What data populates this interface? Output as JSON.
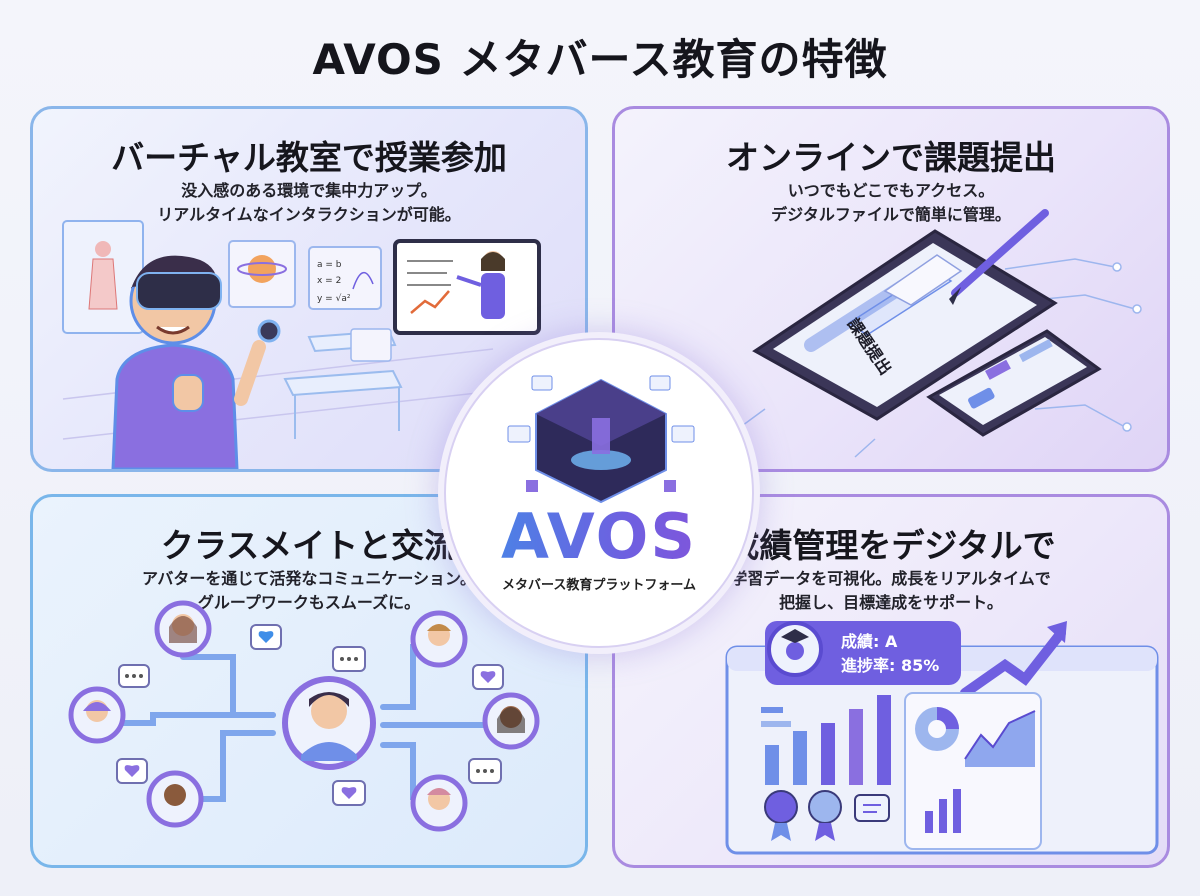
{
  "title": "AVOS メタバース教育の特徴",
  "center": {
    "logo": "AVOS",
    "subtitle": "メタバース教育プラットフォーム"
  },
  "panels": [
    {
      "title": "バーチャル教室で授業参加",
      "desc": [
        "没入感のある環境で集中力アップ。",
        "リアルタイムなインタラクションが可能。"
      ]
    },
    {
      "title": "オンラインで課題提出",
      "desc": [
        "いつでもどこでもアクセス。",
        "デジタルファイルで簡単に管理。"
      ],
      "tablet_label": "課題提出"
    },
    {
      "title": "クラスメイトと交流",
      "desc": [
        "アバターを通じて活発なコミュニケーション。",
        "グループワークもスムーズに。"
      ]
    },
    {
      "title": "成績管理をデジタルで",
      "desc": [
        "学習データを可視化。成長をリアルタイムで",
        "把握し、目標達成をサポート。"
      ],
      "grade": "成績: A",
      "progress": "進捗率: 85%",
      "progress_value": 85
    }
  ],
  "colors": {
    "accent_blue": "#3f8ee8",
    "accent_purple": "#8a4fd8",
    "node_purple": "#8a6fe0"
  }
}
